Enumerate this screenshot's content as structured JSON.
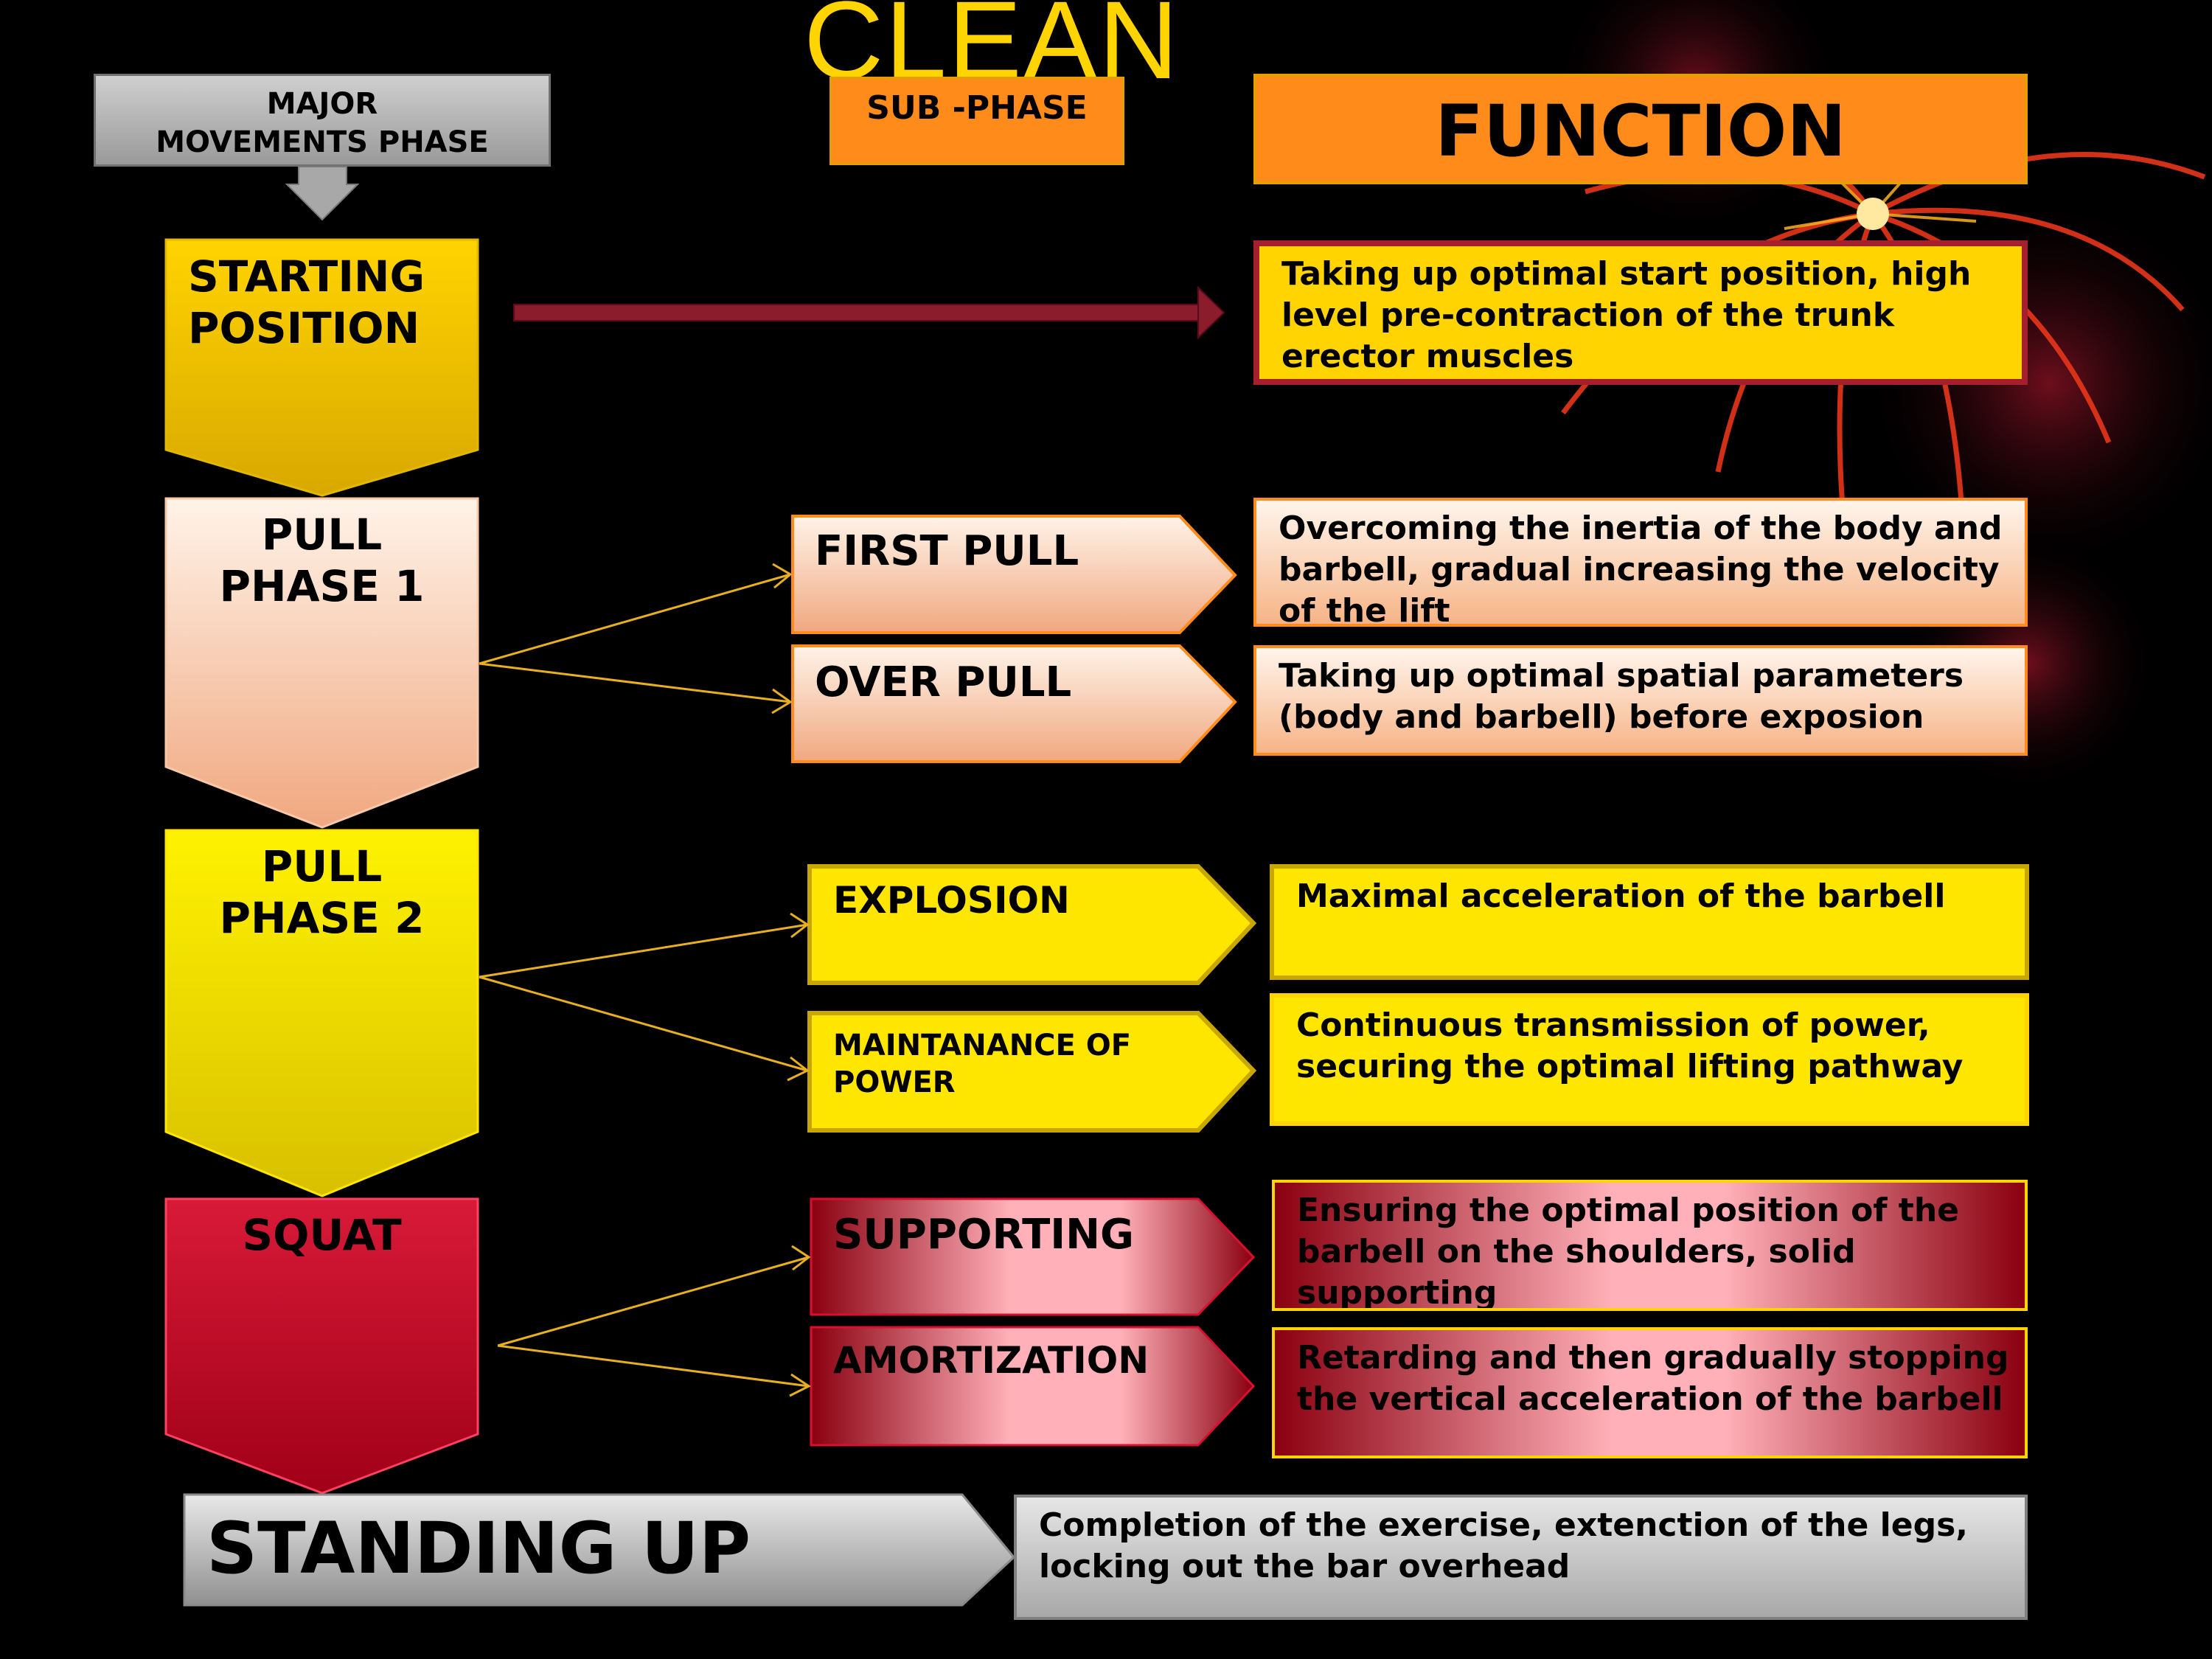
{
  "title": "CLEAN",
  "headers": {
    "major_line1": "MAJOR",
    "major_line2": "MOVEMENTS PHASE",
    "subphase": "SUB -PHASE",
    "function": "FUNCTION"
  },
  "phases": {
    "starting_line1": "STARTING",
    "starting_line2": "POSITION",
    "pull1_line1": "PULL",
    "pull1_line2": "PHASE 1",
    "pull2_line1": "PULL",
    "pull2_line2": "PHASE 2",
    "squat": "SQUAT",
    "standing_up": "STANDING UP"
  },
  "subphases": {
    "first_pull": "FIRST PULL",
    "over_pull": "OVER PULL",
    "explosion": "EXPLOSION",
    "maintenance_line1": "MAINTANANCE OF",
    "maintenance_line2": "POWER",
    "supporting": "SUPPORTING",
    "amortization": "AMORTIZATION"
  },
  "functions": {
    "starting": "Taking up optimal start position, high level pre-contraction of the trunk erector muscles",
    "first_pull": "Overcoming the inertia of the body and barbell, gradual increasing the velocity of the lift",
    "over_pull": "Taking up optimal spatial parameters (body and barbell) before exposion",
    "explosion": "Maximal acceleration of the barbell",
    "maintenance": "Continuous transmission of power, securing the optimal lifting pathway",
    "supporting": "Ensuring the optimal position of the barbell on the shoulders, solid supporting",
    "amortization": "Retarding and then gradually stopping the vertical acceleration of the barbell",
    "standing_up": "Completion of the exercise, extenction of the legs, locking out the bar overhead"
  },
  "colors": {
    "orange": "#ff8c1a",
    "yellow": "#ffe600",
    "gold": "#ffd400",
    "peach": "#f6b487",
    "crimson": "#c8102e",
    "gray": "#b0b0b0"
  }
}
